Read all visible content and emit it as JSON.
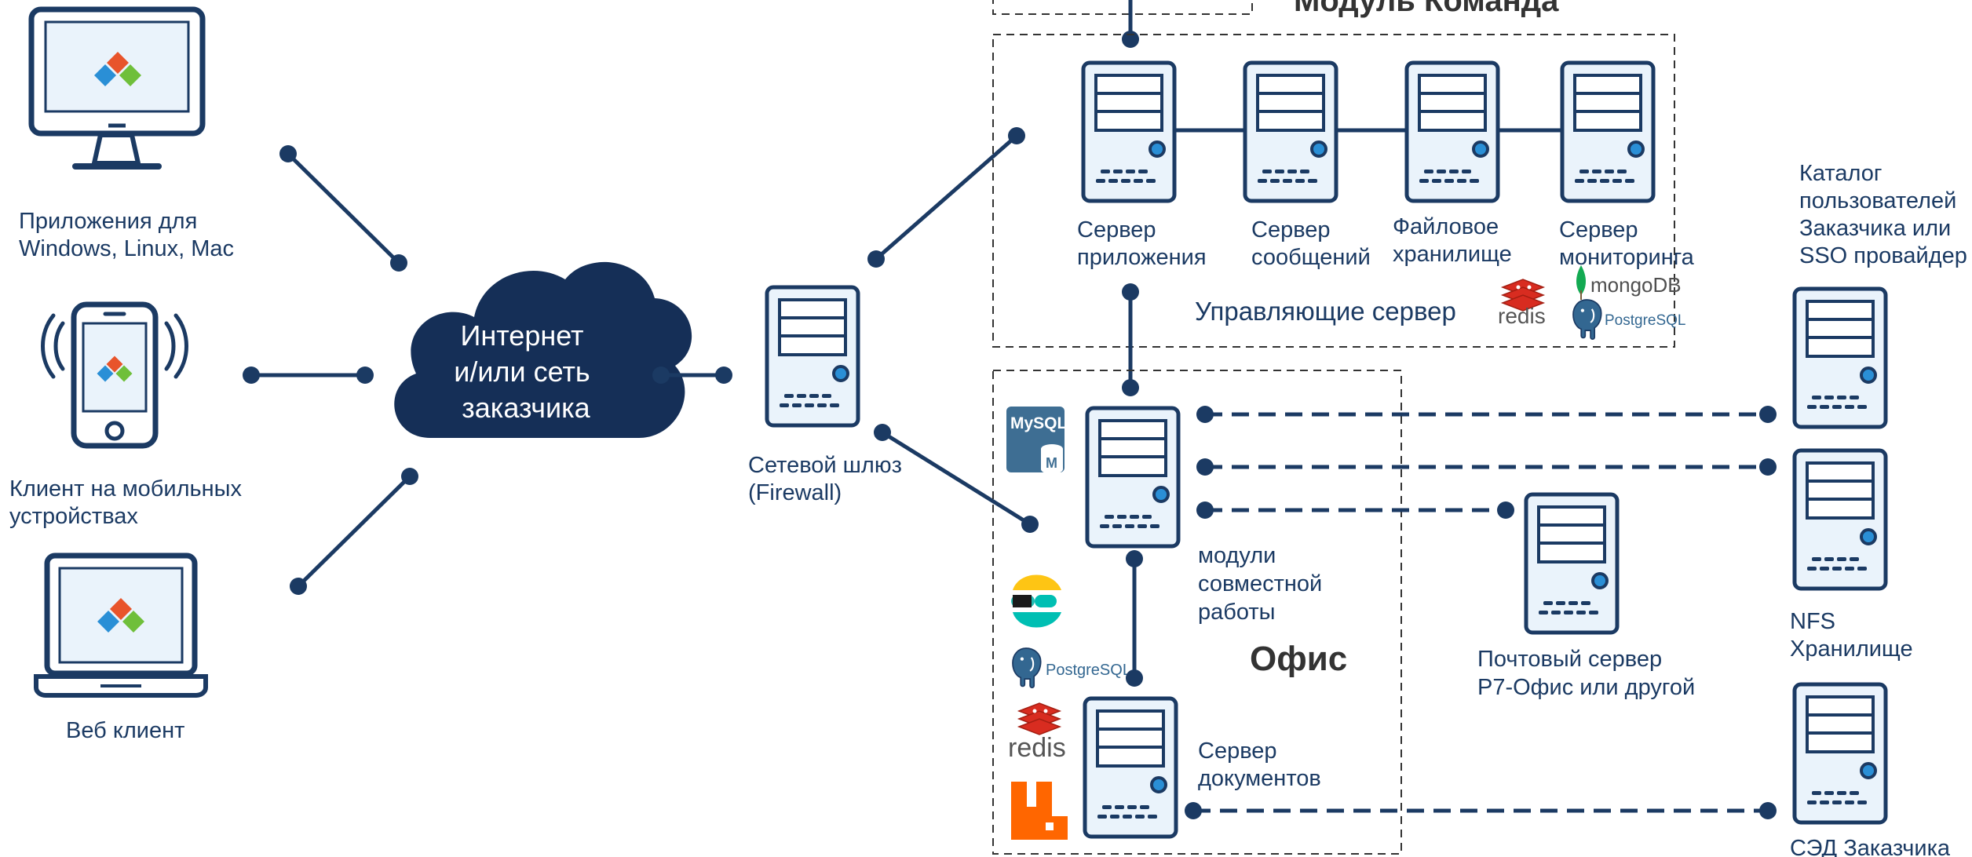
{
  "clients": {
    "desktop_label": [
      "Приложения для",
      "Windows, Linux,  Mac"
    ],
    "mobile_label": [
      "Клиент на мобильных",
      "устройствах"
    ],
    "web_label": [
      "Веб клиент"
    ]
  },
  "cloud": {
    "lines": [
      "Интернет",
      "и/или сеть",
      "заказчика"
    ]
  },
  "gateway": {
    "label": [
      "Сетевой шлюз",
      "(Firewall)"
    ]
  },
  "command_module": {
    "title": "Модуль Команда",
    "group_label": "Управляющие сервер",
    "servers": [
      {
        "label": [
          "Сервер",
          "приложения"
        ]
      },
      {
        "label": [
          "Сервер",
          "сообщений"
        ]
      },
      {
        "label": [
          "Файловое",
          "хранилище"
        ]
      },
      {
        "label": [
          "Сервер",
          "мониторинга"
        ]
      }
    ],
    "logos": [
      "redis",
      "mongoDB",
      "PostgreSQL"
    ]
  },
  "office_module": {
    "title": "Офис",
    "collab_label": [
      "модули",
      "совместной",
      "работы"
    ],
    "docs_label": [
      "Сервер",
      "документов"
    ],
    "logos": [
      "MySQL",
      "PostgreSQL",
      "redis"
    ]
  },
  "external": {
    "mail_label": [
      "Почтовый сервер",
      "Р7-Офис или другой"
    ],
    "catalog_label": [
      "Каталог",
      "пользователей",
      "Заказчика или",
      "SSO провайдер"
    ],
    "nfs_label": [
      "NFS",
      "Хранилище"
    ],
    "sed_label": [
      "СЭД Заказчика"
    ]
  },
  "colors": {
    "navy": "#1b3a63",
    "cloud": "#152f57",
    "server_fill": "#eaf3fb",
    "accent_blue": "#2a8fd6",
    "redis_red": "#d82c20",
    "mongo_green": "#13aa52",
    "postgres_blue": "#336791",
    "rabbit_orange": "#ff6600",
    "elastic_yellow": "#fec514",
    "elastic_teal": "#00bfb3",
    "mysql_blue": "#3e6e93"
  }
}
